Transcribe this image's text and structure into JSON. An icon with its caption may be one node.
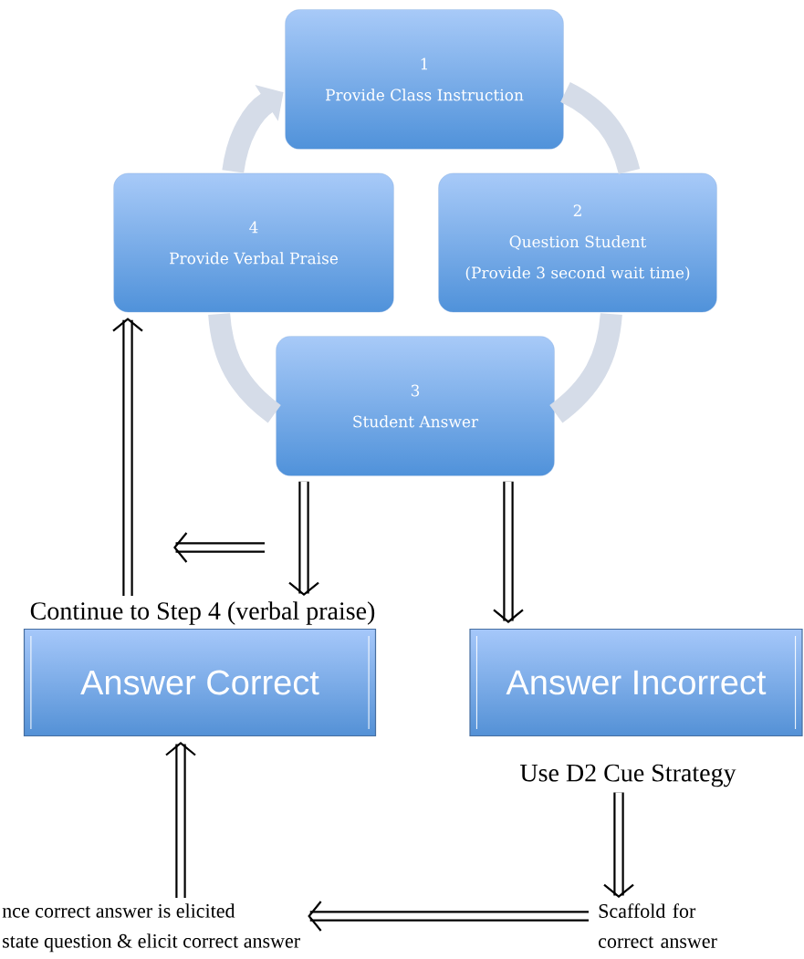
{
  "diagram": {
    "nodes": [
      {
        "text": [
          "1",
          "Provide Class Instruction"
        ]
      },
      {
        "text": [
          "2",
          "Question Student",
          "(Provide 3 second wait time)"
        ]
      },
      {
        "text": [
          "3",
          "Student Answer"
        ]
      },
      {
        "text": [
          "4",
          "Provide Verbal Praise"
        ]
      },
      {
        "text": [
          "Continue to Step 4 (verbal praise)"
        ]
      },
      {
        "text": [
          "Answer Correct"
        ]
      },
      {
        "text": [
          "Answer Incorrect"
        ]
      },
      {
        "text": [
          "Use D2 Cue Strategy"
        ]
      },
      {
        "text": [
          "Scaffold for correct answer"
        ]
      },
      {
        "text": [
          "nce correct answer is elicited",
          "state question & elicit correct answer"
        ]
      }
    ],
    "edges": [
      {
        "from": 0,
        "to": 1,
        "arrow": "none",
        "style": "thick",
        "color": "#d5dce8"
      },
      {
        "from": 1,
        "to": 2,
        "arrow": "none",
        "style": "thick",
        "color": "#d5dce8"
      },
      {
        "from": 2,
        "to": 3,
        "arrow": "none",
        "style": "thick",
        "color": "#d5dce8"
      },
      {
        "from": 3,
        "to": 0,
        "arrow": "to",
        "style": "thick",
        "color": "#d5dce8"
      },
      {
        "from": 2,
        "to": 4,
        "arrow": "to"
      },
      {
        "from": 4,
        "to": 3,
        "arrow": "to"
      },
      {
        "from": 2,
        "to": 6,
        "arrow": "to"
      },
      {
        "from": 7,
        "to": 8,
        "arrow": "to"
      },
      {
        "from": 8,
        "to": 9,
        "arrow": "to"
      },
      {
        "from": 9,
        "to": 5,
        "arrow": "to"
      }
    ]
  }
}
